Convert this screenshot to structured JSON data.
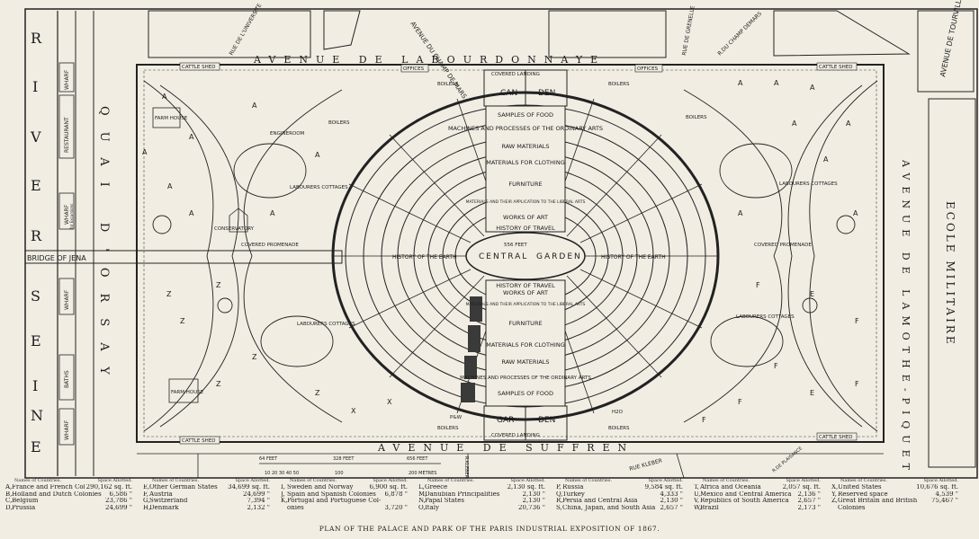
{
  "streets": {
    "top": "AVENUE DE LABOURDONNAYE",
    "bottom": "AVENUE DE SUFFREN",
    "right": "AVENUE DE LAMOTHE-PIQUET",
    "quai": "QUAI D'ORSAY",
    "river": "RIVER SEINE",
    "bridge": "BRIDGE OF JENA",
    "universite": "RUE DE L'UNIVERSITE",
    "champ_mars": "AVENUE DU CHAMP DE MARS",
    "grenelle": "RUE DE GRENELLE",
    "champ_demars": "R.DU CHAMP DEMARS",
    "tourville": "AVENUE DE TOURVILLE",
    "kleber": "RUE KLEBER",
    "kleber_short": "R.KLEBER",
    "plaisance": "R.DE PLAISANCE"
  },
  "ecole": "ECOLE MILITAIRE",
  "wharves": {
    "wharf": "WHARF",
    "restaurant": "RESTAURANT",
    "baths": "BATHS",
    "for_excursions": "for Excursions"
  },
  "park": {
    "cattle_shed": "CATTLE SHED",
    "offices": "OFFICES",
    "farm_house": "FARM HOUSE",
    "conservatory": "CONSERVATORY",
    "labourers_cottages": "LABOURERS COTTAGES",
    "boilers": "BOILERS",
    "engineroom": "ENGINEROOM",
    "covered_promenade": "COVERED PROMENADE",
    "covered_landing": "COVERED LANDING",
    "pw": "P&W",
    "h2o": "H2O"
  },
  "palace": {
    "zones": [
      "SAMPLES OF FOOD",
      "MACHINES AND PROCESSES OF THE ORDINARY ARTS",
      "RAW MATERIALS",
      "MATERIALS FOR CLOTHING",
      "FURNITURE",
      "MATERIALS AND THEIR APPLICATION TO THE LIBERAL ARTS",
      "WORKS OF ART",
      "HISTORY OF TRAVEL"
    ],
    "center_left": "CENTRAL",
    "center_right": "GARDEN",
    "history_earth": "HISTORY OF THE EARTH",
    "feet": "556 FEET",
    "can": "CAN",
    "den": "DEN",
    "gar": "GAR"
  },
  "scale": {
    "feet_marks": [
      "64 FEET",
      "328 FEET",
      "656 FEET"
    ],
    "metre_marks": "10 20 30 40 50",
    "mid": "100",
    "metres": "200 METRES"
  },
  "legend": {
    "header_names": "Names of Countries.",
    "header_space": "Space Allotted.",
    "columns": [
      [
        {
          "key": "A,",
          "name": "France and French Colonies",
          "value": "290,162 sq. ft."
        },
        {
          "key": "B,",
          "name": "Holland and Dutch Colonies",
          "value": "6,586 \""
        },
        {
          "key": "C,",
          "name": "Belgium",
          "value": "23,786 \""
        },
        {
          "key": "D,",
          "name": "Prussia",
          "value": "24,699 \""
        }
      ],
      [
        {
          "key": "E,",
          "name": "Other German States",
          "value": "34,699 sq. ft."
        },
        {
          "key": "F,",
          "name": "Austria",
          "value": "24,699 \""
        },
        {
          "key": "G,",
          "name": "Switzerland",
          "value": "7,394 \""
        },
        {
          "key": "H,",
          "name": "Denmark",
          "value": "2,132 \""
        }
      ],
      [
        {
          "key": "I,",
          "name": "Sweden and Norway",
          "value": "6,900 sq. ft."
        },
        {
          "key": "J,",
          "name": "Spain and Spanish Colonies",
          "value": "6,878 \""
        },
        {
          "key": "K,",
          "name": "Portugal and Portuguese Col-",
          "value": ""
        },
        {
          "key": "",
          "name": "onies",
          "value": "3,720 \""
        }
      ],
      [
        {
          "key": "L,",
          "name": "Greece",
          "value": "2,130 sq. ft."
        },
        {
          "key": "M,",
          "name": "Danubian Principalities",
          "value": "2,130 \""
        },
        {
          "key": "N,",
          "name": "Papal States",
          "value": "2,130 \""
        },
        {
          "key": "O,",
          "name": "Italy",
          "value": "20,736 \""
        }
      ],
      [
        {
          "key": "P,",
          "name": "Russia",
          "value": "9,584 sq. ft."
        },
        {
          "key": "Q,",
          "name": "Turkey",
          "value": "4,333 \""
        },
        {
          "key": "R,",
          "name": "Persia and Central Asia",
          "value": "2,130 \""
        },
        {
          "key": "S,",
          "name": "China, Japan, and South Asia",
          "value": "2,657 \""
        }
      ],
      [
        {
          "key": "T,",
          "name": "Africa and Oceania",
          "value": "2,057 sq. ft."
        },
        {
          "key": "U,",
          "name": "Mexico and Central America",
          "value": "2,136 \""
        },
        {
          "key": "V,",
          "name": "Republics of South America",
          "value": "2,657 \""
        },
        {
          "key": "W,",
          "name": "Brazil",
          "value": "2,173 \""
        }
      ],
      [
        {
          "key": "X,",
          "name": "United States",
          "value": "10,676 sq. ft."
        },
        {
          "key": "Y,",
          "name": "Reserved space",
          "value": "4,539 \""
        },
        {
          "key": "Z,",
          "name": "Great Britain and British",
          "value": "75,467 \""
        },
        {
          "key": "",
          "name": "Colonies",
          "value": ""
        }
      ]
    ]
  },
  "caption": "PLAN OF THE PALACE AND PARK OF THE PARIS INDUSTRIAL EXPOSITION OF 1867."
}
